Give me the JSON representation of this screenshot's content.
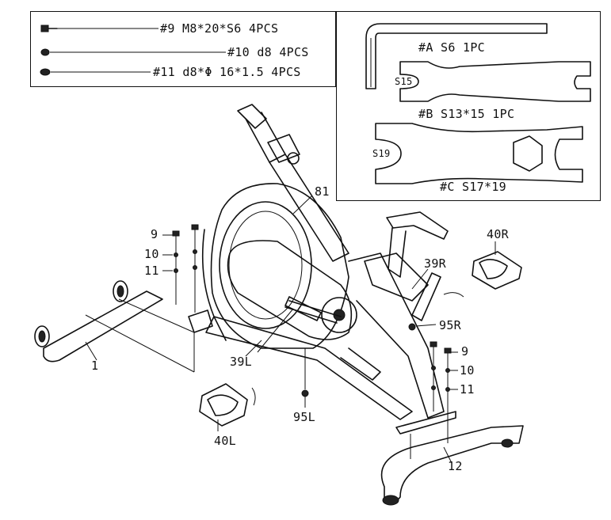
{
  "hardware": [
    {
      "id": "hw-9",
      "text": "#9 M8*20*S6 4PCS",
      "icon": "bolt-icon"
    },
    {
      "id": "hw-10",
      "text": "#10 d8 4PCS",
      "icon": "washer-icon"
    },
    {
      "id": "hw-11",
      "text": "#11 d8*Φ 16*1.5 4PCS",
      "icon": "curved-washer-icon"
    }
  ],
  "tools": {
    "a_label": "#A S6 1PC",
    "b_label": "#B S13*15 1PC",
    "b_end": "S15",
    "c_label": "#C S17*19",
    "c_end": "S19"
  },
  "callouts": {
    "c81": "81",
    "c40r": "40R",
    "c39r": "39R",
    "c95r": "95R",
    "c9r": "9",
    "c10r": "10",
    "c11r": "11",
    "c9l": "9",
    "c10l": "10",
    "c11l": "11",
    "c1": "1",
    "c39l": "39L",
    "c95l": "95L",
    "c40l": "40L",
    "c12": "12"
  }
}
